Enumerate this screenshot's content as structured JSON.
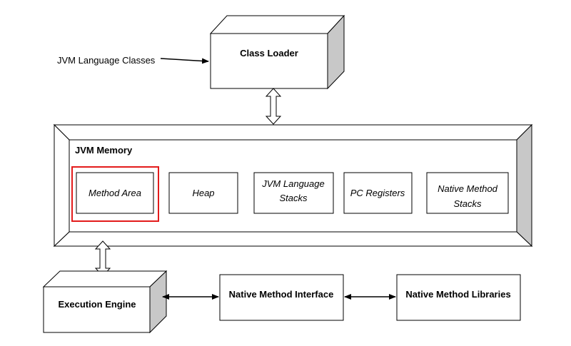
{
  "diagram": {
    "input_label": "JVM Language Classes",
    "class_loader": "Class Loader",
    "memory": {
      "title": "JVM Memory",
      "areas": {
        "method_area": "Method Area",
        "heap": "Heap",
        "stacks_line1": "JVM Language",
        "stacks_line2": "Stacks",
        "pc_registers": "PC Registers",
        "native_stacks_line1": "Native Method",
        "native_stacks_line2": "Stacks"
      },
      "highlight_color": "#e31b1b"
    },
    "execution_engine": "Execution Engine",
    "native_interface": "Native Method Interface",
    "native_libraries": "Native Method Libraries"
  }
}
